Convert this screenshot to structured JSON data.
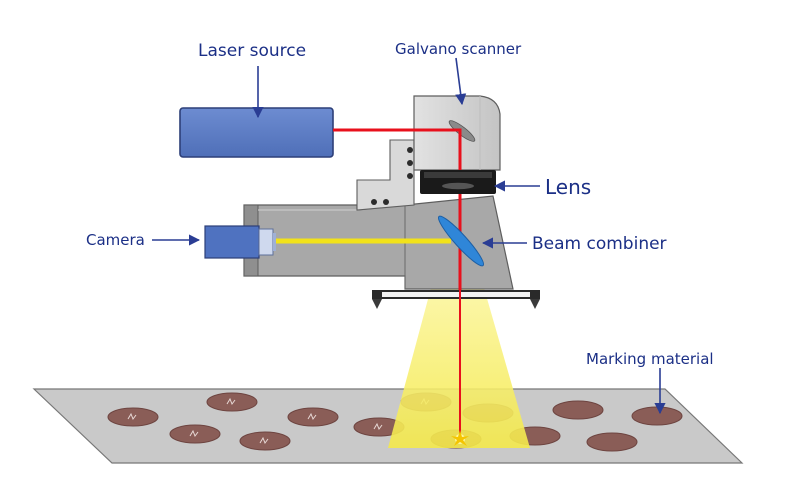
{
  "labels": {
    "laser_source": "Laser source",
    "galvano_scanner": "Galvano scanner",
    "lens": "Lens",
    "camera": "Camera",
    "beam_combiner": "Beam combiner",
    "marking_material": "Marking material"
  },
  "colors": {
    "label_text": "#1b2f86",
    "callout_arrow": "#2a3d94",
    "laser_beam": "#e8101c",
    "camera_beam": "#f2e21a",
    "light_cone": "#f6ee55",
    "laser_source_body": "#5f7fc7",
    "camera_body": "#4f72c0",
    "beam_combiner": "#2f86d8",
    "device_body": "#a8a8a8",
    "scanner_head": "#d4d4d4",
    "lens_body": "#1a1a1a",
    "marking_plate": "#c9c9c9",
    "material_disc": "#8a5d57"
  }
}
